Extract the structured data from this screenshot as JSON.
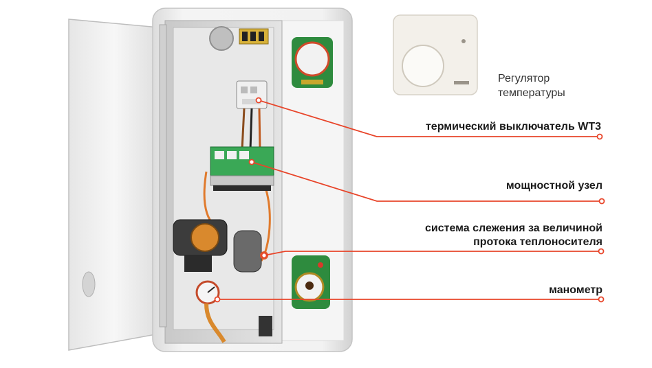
{
  "thermostat": {
    "line1": "Регулятор",
    "line2": "температуры"
  },
  "callouts": {
    "thermal_switch": "термический выключатель WT3",
    "power_unit": "мощностной узел",
    "flow_monitor_line1": "система слежения за величиной",
    "flow_monitor_line2": "протока теплоносителя",
    "pressure_gauge": "манометр"
  },
  "colors": {
    "leader_line": "#e8452a",
    "label_text": "#1a1a1a",
    "boiler_body": "#eeeeee",
    "indicator_green": "#2e8b3e"
  }
}
